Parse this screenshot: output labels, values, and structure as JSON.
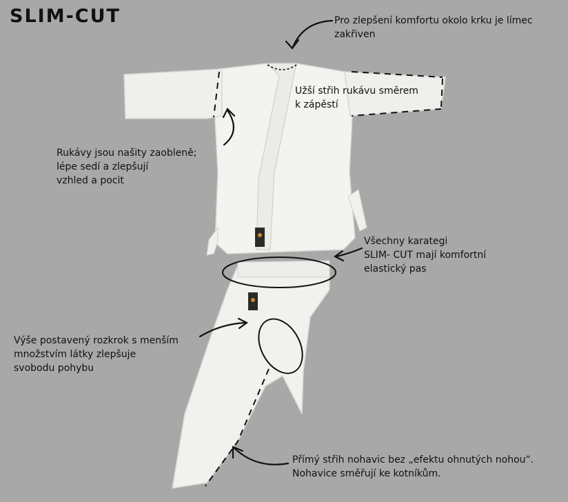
{
  "title": "SLIM-CUT",
  "colors": {
    "background": "#a8a8a8",
    "fabric": "#f2f2ef",
    "ink": "#111111",
    "accent": "#d08a2a"
  },
  "annotations": {
    "collar": [
      "Pro zlepšení komfortu okolo krku je límec",
      "zakřiven"
    ],
    "sleeve": [
      "Užší střih rukávu směrem",
      "k zápěstí"
    ],
    "shoulder": [
      "Rukávy jsou našity zaobleně;",
      "lépe sedí a zlepšují",
      "vzhled a pocit"
    ],
    "waist": [
      "Všechny karategi",
      "SLIM- CUT mají komfortní",
      "elastický pas"
    ],
    "crotch": [
      "Výše postavený rozkrok s menším",
      "množstvím látky zlepšuje",
      "svobodu pohybu"
    ],
    "legs": [
      "Přímý střih nohavic bez „efektu ohnutých nohou“.",
      "Nohavice směřují ke kotníkům."
    ]
  }
}
